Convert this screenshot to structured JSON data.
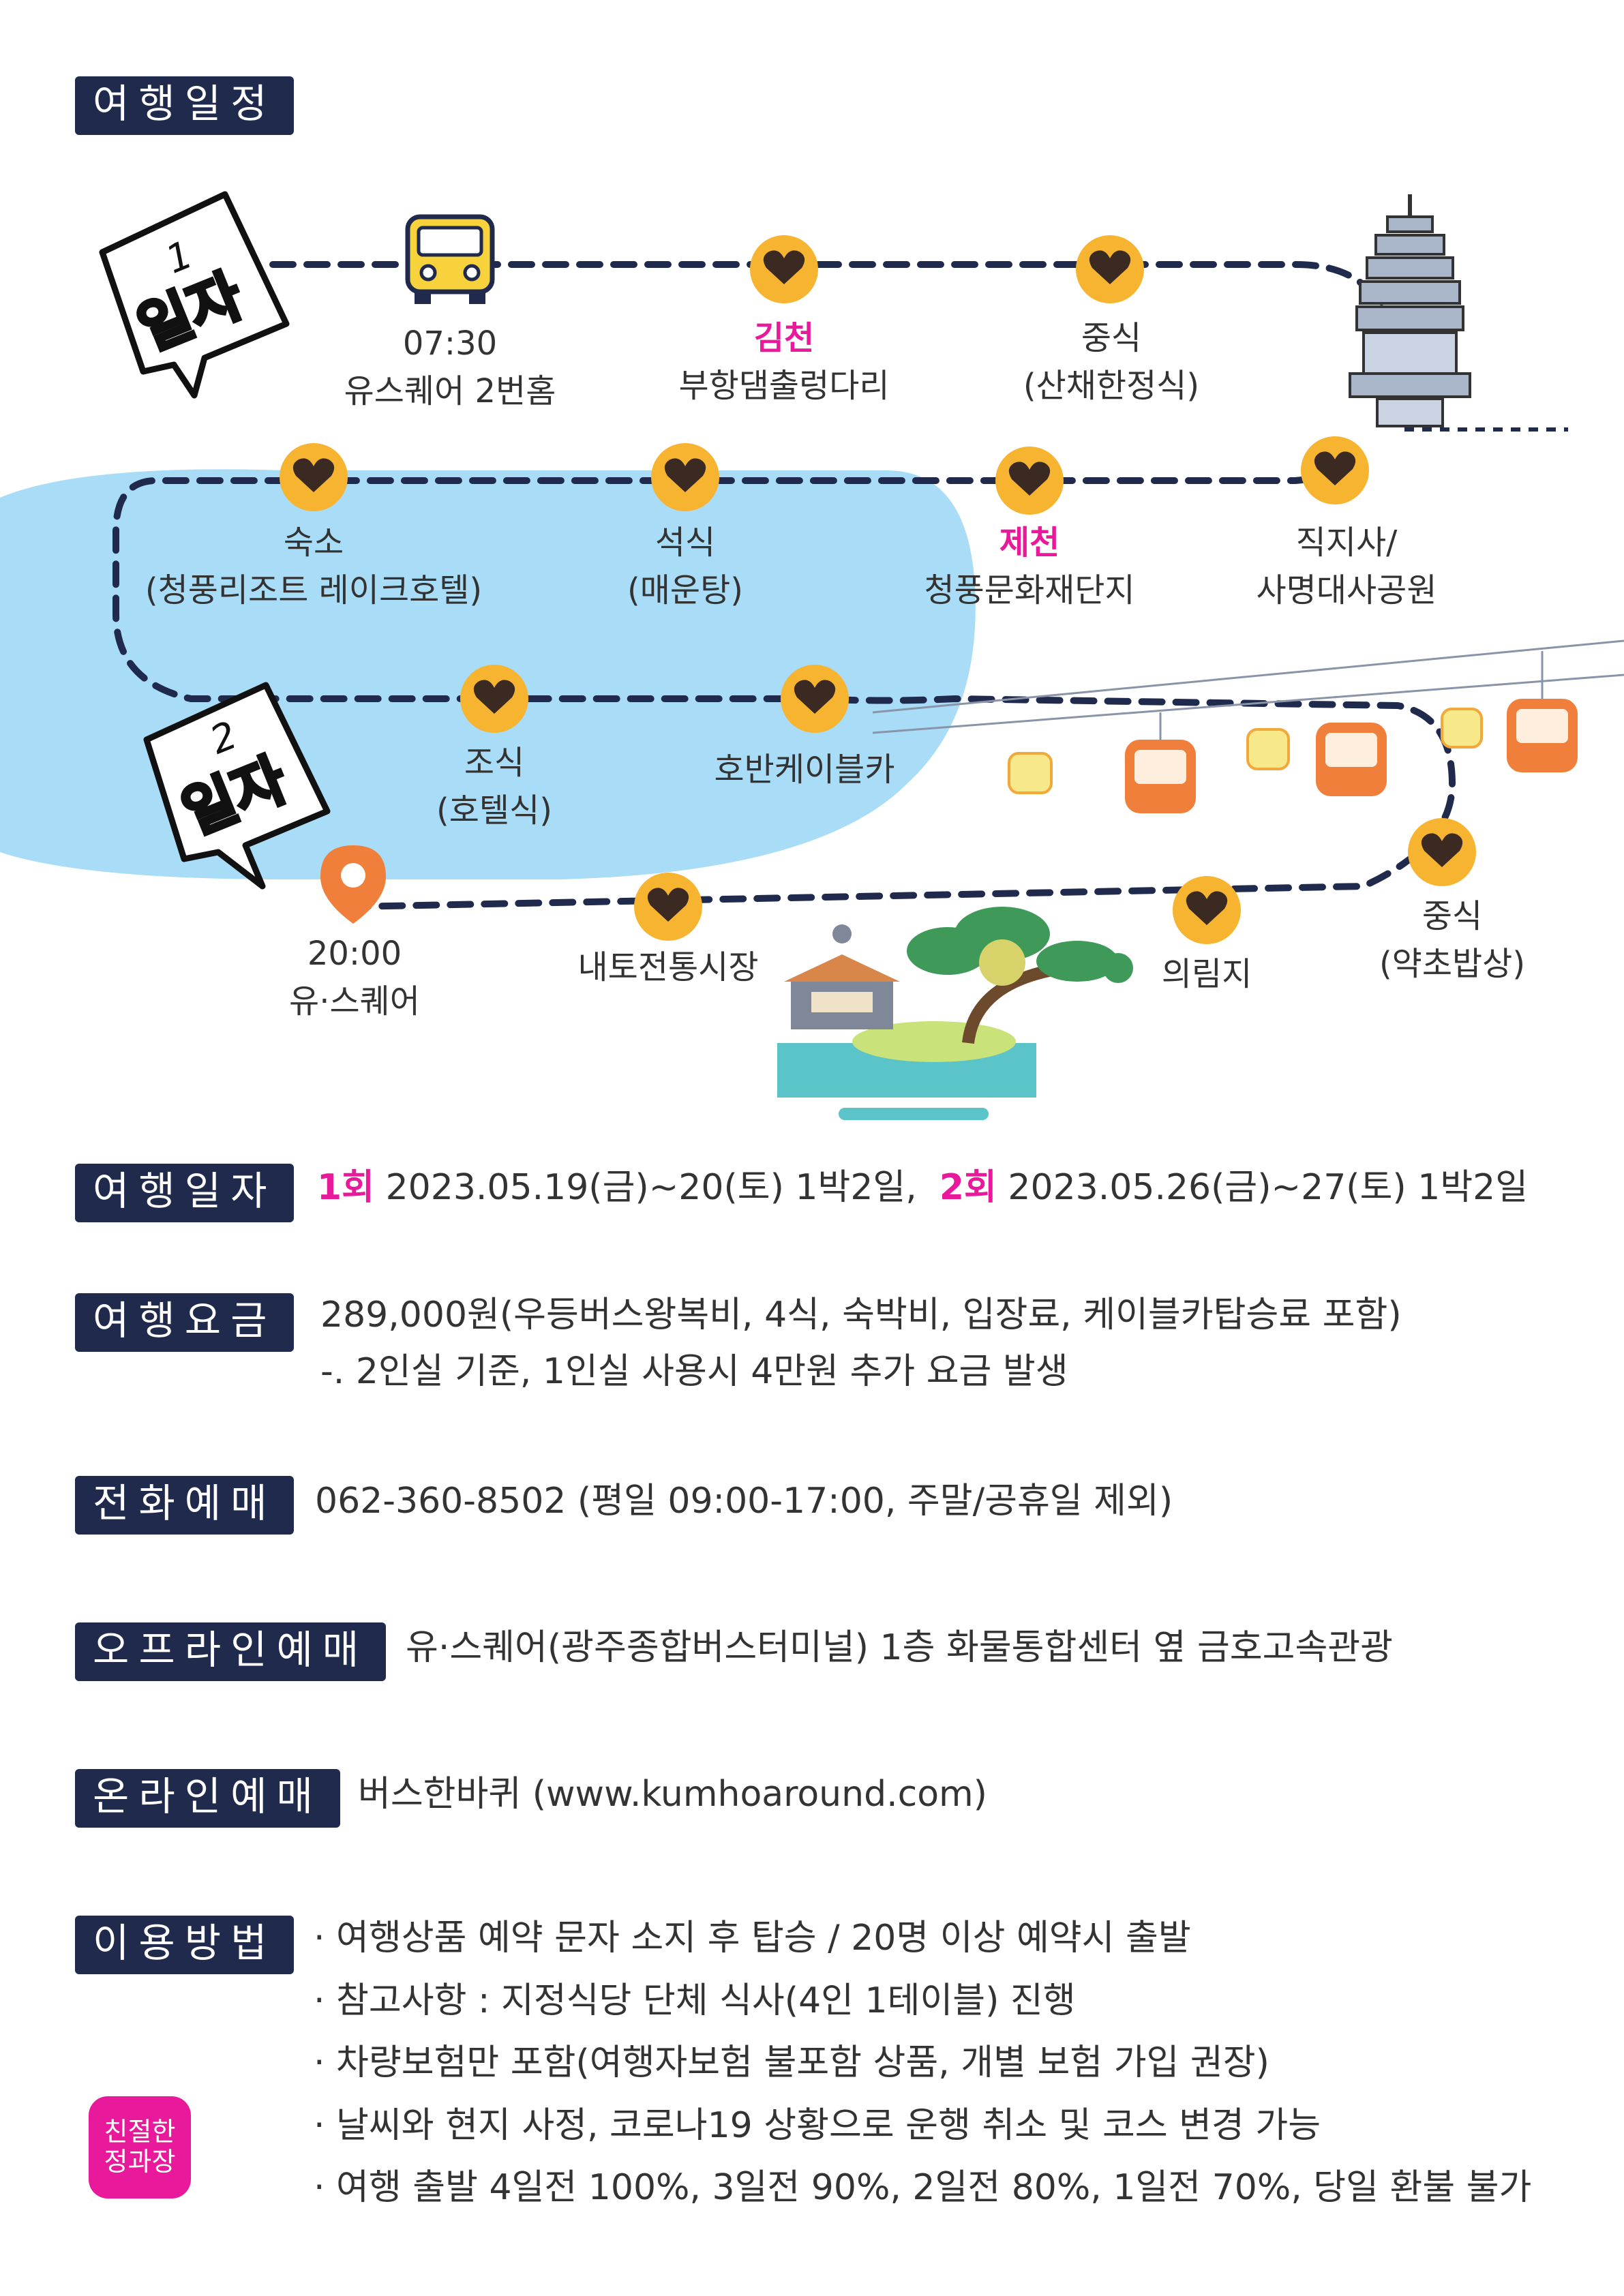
{
  "section_itinerary": "여행일정",
  "day1_badge": {
    "num": "1",
    "word": "일자"
  },
  "day2_badge": {
    "num": "2",
    "word": "일자"
  },
  "stops": {
    "s1_time": "07:30",
    "s1_place": "유스퀘어 2번홈",
    "s2_city": "김천",
    "s2_place": "부항댐출렁다리",
    "s3_a": "중식",
    "s3_b": "(산채한정식)",
    "s4_a": "직지사/",
    "s4_b": "사명대사공원",
    "s5_city": "제천",
    "s5_place": "청풍문화재단지",
    "s6_a": "석식",
    "s6_b": "(매운탕)",
    "s7_a": "숙소",
    "s7_b": "(청풍리조트 레이크호텔)",
    "s8_a": "조식",
    "s8_b": "(호텔식)",
    "s9": "호반케이블카",
    "s10_a": "중식",
    "s10_b": "(약초밥상)",
    "s11": "의림지",
    "s12": "내토전통시장",
    "s13_time": "20:00",
    "s13_place": "유·스퀘어"
  },
  "dates": {
    "tag": "여행일자",
    "r1": "1회",
    "r1_text": "2023.05.19(금)~20(토) 1박2일,",
    "r2": "2회",
    "r2_text": "2023.05.26(금)~27(토) 1박2일"
  },
  "fee": {
    "tag": "여행요금",
    "line1": "289,000원(우등버스왕복비, 4식, 숙박비, 입장료, 케이블카탑승료 포함)",
    "line2": "-. 2인실 기준, 1인실 사용시 4만원 추가 요금 발생"
  },
  "phone": {
    "tag": "전화예매",
    "text": "062-360-8502 (평일 09:00-17:00, 주말/공휴일 제외)"
  },
  "offline": {
    "tag": "오프라인예매",
    "text": "유·스퀘어(광주종합버스터미널) 1층 화물통합센터 옆 금호고속관광"
  },
  "online": {
    "tag": "온라인예매",
    "text": "버스한바퀴 (www.kumhoaround.com)"
  },
  "usage": {
    "tag": "이용방법",
    "items": [
      "· 여행상품 예약 문자 소지 후 탑승 / 20명 이상 예약시 출발",
      "· 참고사항 : 지정식당 단체 식사(4인 1테이블) 진행",
      "· 차량보험만 포함(여행자보험 불포함 상품, 개별 보험 가입 권장)",
      "· 날씨와 현지 사정, 코로나19 상황으로 운행 취소 및 코스 변경 가능",
      "· 여행 출발 4일전 100%, 3일전 90%,  2일전 80%, 1일전 70%, 당일 환불 불가"
    ]
  },
  "logo_text": "친절한 정과장",
  "colors": {
    "navy": "#1f2a4d",
    "pink": "#e8199a",
    "lake": "#a8dcf7",
    "heart_circle": "#f7b431"
  }
}
